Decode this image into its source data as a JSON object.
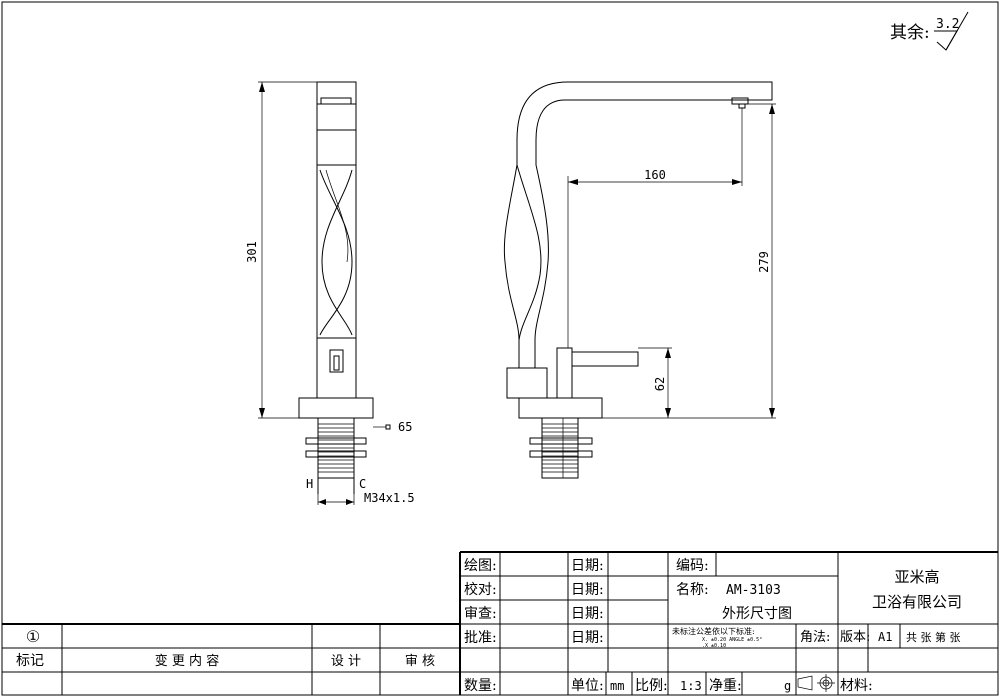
{
  "roughness": {
    "label": "其余:",
    "value": "3.2"
  },
  "dimensions": {
    "height_total": "301",
    "width_65": "65",
    "reach": "160",
    "height_spout": "279",
    "height_62": "62",
    "thread": "M34x1.5",
    "hot": "H",
    "cold": "C"
  },
  "title_block": {
    "draw_label": "绘图:",
    "check_label": "校对:",
    "review_label": "审查:",
    "approve_label": "批准:",
    "quantity_label": "数量:",
    "date_label": "日期:",
    "unit_label": "单位:",
    "unit_value": "mm",
    "scale_label": "比例:",
    "scale_value": "1:3",
    "net_weight_label": "净重:",
    "net_weight_unit": "g",
    "code_label": "编码:",
    "name_label": "名称:",
    "model": "AM-3103",
    "drawing_title": "外形尺寸图",
    "company_line1": "亚米高",
    "company_line2": "卫浴有限公司",
    "tolerance_note": "未标注公差依以下标准:",
    "tolerance_line1": "X.    ±0.20  ANGLE  ±0.5°",
    "tolerance_line2": ".X    ±0.10",
    "angle_method_label": "角法:",
    "version_label": "版本:",
    "version_value": "A1",
    "sheets_text": "共  张 第  张",
    "material_label": "材料:",
    "revision_mark": "①",
    "rev_mark_header": "标记",
    "rev_content_header": "变  更  内  容",
    "rev_design_header": "设 计",
    "rev_review_header": "审 核"
  }
}
